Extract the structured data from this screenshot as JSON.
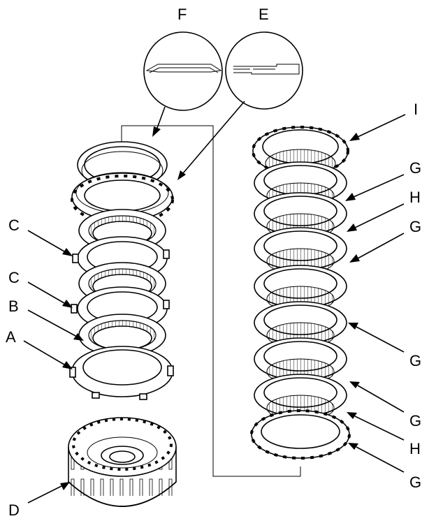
{
  "labels": {
    "A": "A",
    "B": "B",
    "C1": "C",
    "C2": "C",
    "D": "D",
    "E": "E",
    "F": "F",
    "G1": "G",
    "G2": "G",
    "G3": "G",
    "G4": "G",
    "G5": "G",
    "H1": "H",
    "H2": "H",
    "I": "I"
  }
}
